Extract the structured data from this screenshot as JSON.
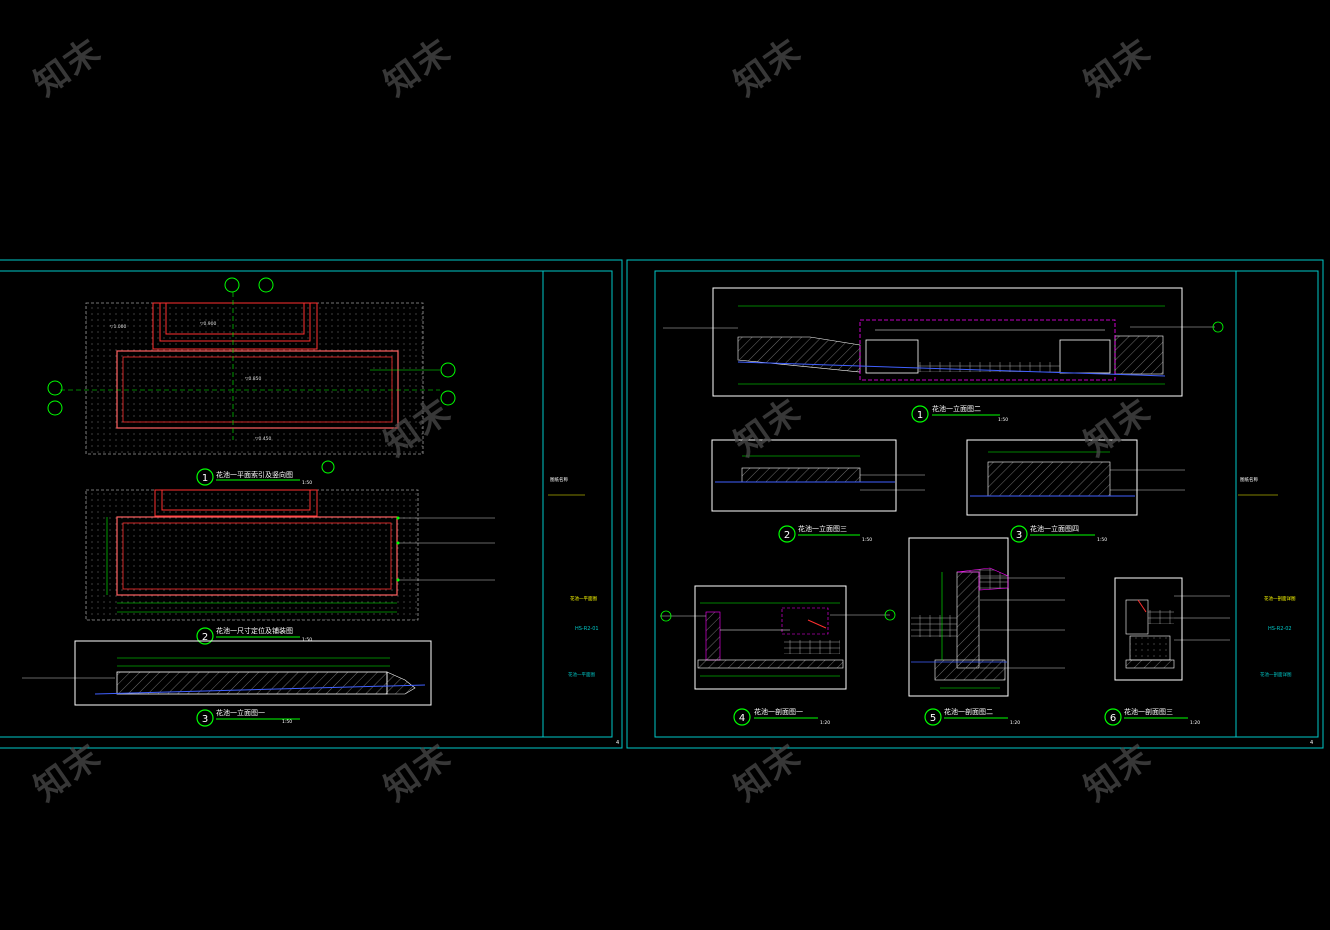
{
  "watermark": "知末",
  "sheet1": {
    "view1": {
      "num": "1",
      "title": "花池一平面索引及竖向图",
      "scale": "1:50"
    },
    "view2": {
      "num": "2",
      "title": "花池一尺寸定位及铺装图",
      "scale": "1:50"
    },
    "view3": {
      "num": "3",
      "title": "花池一立面图一",
      "scale": "1:50"
    },
    "title_block": {
      "drawing_no": "HS-R2-01",
      "drawing_name": "花池一平面图",
      "label": "图纸名称"
    },
    "page_no": "4"
  },
  "sheet2": {
    "view1": {
      "num": "1",
      "title": "花池一立面图二",
      "scale": "1:50"
    },
    "view2": {
      "num": "2",
      "title": "花池一立面图三",
      "scale": "1:50"
    },
    "view3": {
      "num": "3",
      "title": "花池一立面图四",
      "scale": "1:50"
    },
    "view4": {
      "num": "4",
      "title": "花池一剖面图一",
      "scale": "1:20"
    },
    "view5": {
      "num": "5",
      "title": "花池一剖面图二",
      "scale": "1:20"
    },
    "view6": {
      "num": "6",
      "title": "花池一剖面图三",
      "scale": "1:20"
    },
    "title_block": {
      "drawing_no": "HS-R2-02",
      "drawing_name": "花池一剖面详图",
      "label": "图纸名称"
    },
    "page_no": "4"
  },
  "colors": {
    "background": "#000000",
    "frame": "#00c8c8",
    "label": "#ffffff",
    "accent_green": "#00ff00",
    "wall_red": "#ff3030",
    "magenta": "#ff00ff",
    "yellow": "#ffff00"
  }
}
